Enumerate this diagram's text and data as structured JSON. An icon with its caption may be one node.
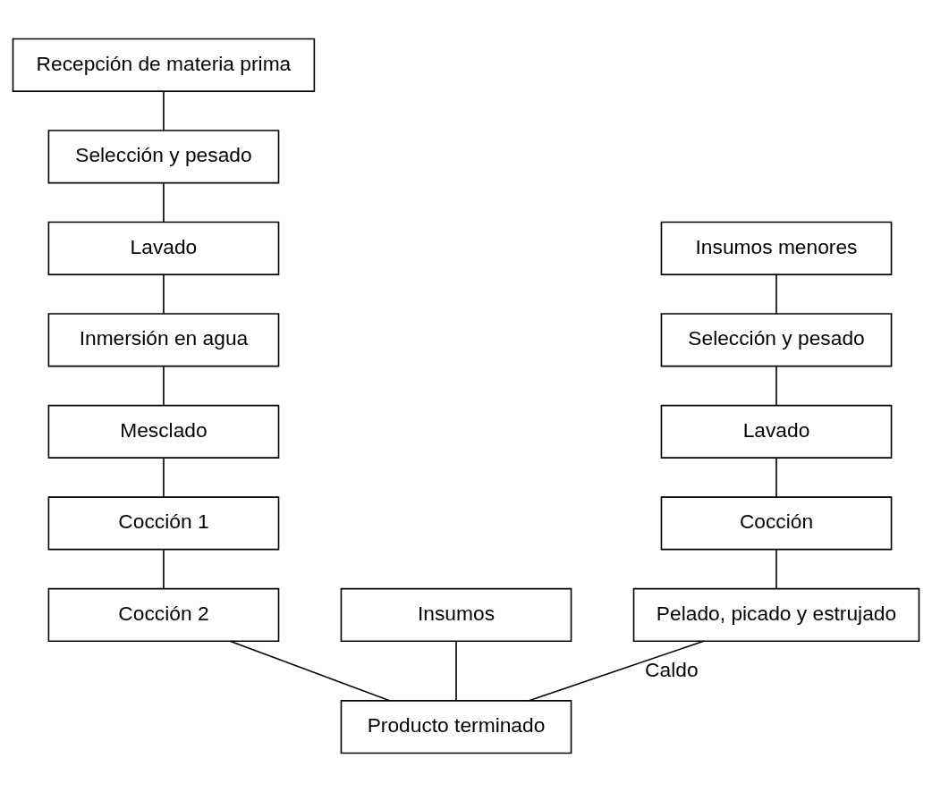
{
  "diagram": {
    "nodes": [
      {
        "text": [
          "Recepción de materia prima"
        ]
      },
      {
        "text": [
          "Selección y pesado"
        ]
      },
      {
        "text": [
          "Lavado"
        ]
      },
      {
        "text": [
          "Inmersión en agua"
        ]
      },
      {
        "text": [
          "Mesclado"
        ]
      },
      {
        "text": [
          "Cocción 1"
        ]
      },
      {
        "text": [
          "Cocción 2"
        ]
      },
      {
        "text": [
          "Insumos"
        ]
      },
      {
        "text": [
          "Producto terminado"
        ]
      },
      {
        "text": [
          "Insumos menores"
        ]
      },
      {
        "text": [
          "Selección y pesado"
        ]
      },
      {
        "text": [
          "Lavado"
        ]
      },
      {
        "text": [
          "Cocción"
        ]
      },
      {
        "text": [
          "Pelado, picado y estrujado"
        ]
      }
    ],
    "edges": [
      {
        "from": 0,
        "to": 1,
        "arrow": "none"
      },
      {
        "from": 1,
        "to": 2,
        "arrow": "none"
      },
      {
        "from": 2,
        "to": 3,
        "arrow": "none"
      },
      {
        "from": 3,
        "to": 4,
        "arrow": "none"
      },
      {
        "from": 4,
        "to": 5,
        "arrow": "none"
      },
      {
        "from": 5,
        "to": 6,
        "arrow": "none"
      },
      {
        "from": 6,
        "to": 8,
        "arrow": "none"
      },
      {
        "from": 7,
        "to": 8,
        "arrow": "none"
      },
      {
        "from": 9,
        "to": 10,
        "arrow": "none"
      },
      {
        "from": 10,
        "to": 11,
        "arrow": "none"
      },
      {
        "from": 11,
        "to": 12,
        "arrow": "none"
      },
      {
        "from": 12,
        "to": 13,
        "arrow": "none"
      },
      {
        "from": 13,
        "to": 8,
        "label": "Caldo",
        "arrow": "none"
      }
    ]
  }
}
